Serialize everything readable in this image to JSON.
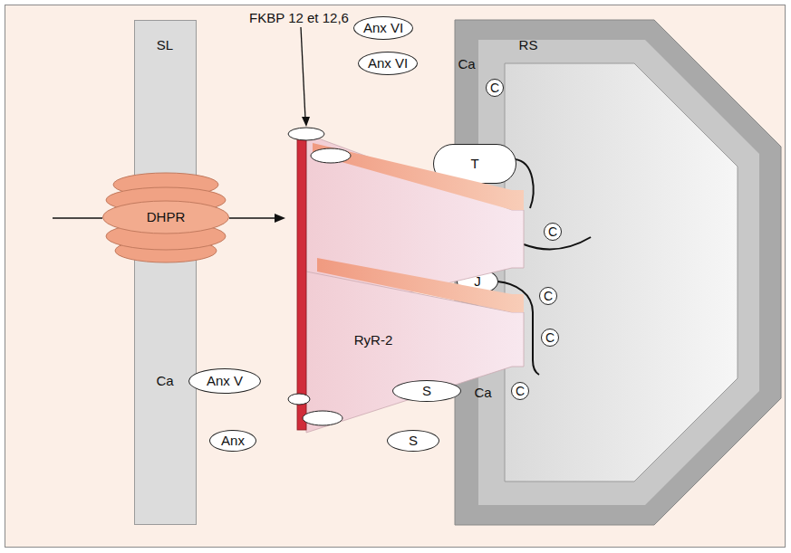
{
  "diagram": {
    "nodes": [
      {
        "text": [
          "SL"
        ]
      },
      {
        "text": [
          "DHPR"
        ],
        "in": 0
      },
      {
        "text": [
          "Anx VI"
        ]
      },
      {
        "text": [
          "Anx VI"
        ]
      },
      {
        "text": [
          "RS"
        ]
      },
      {
        "text": [
          "C"
        ],
        "in": 4
      },
      {
        "text": [
          "T"
        ]
      },
      {
        "text": [
          "C"
        ],
        "in": 4
      },
      {
        "text": [
          "J"
        ]
      },
      {
        "text": [
          "C"
        ],
        "in": 4
      },
      {
        "text": [
          "C"
        ],
        "in": 4
      },
      {
        "text": [
          "RyR-2"
        ]
      },
      {
        "text": [
          "Anx V"
        ]
      },
      {
        "text": [
          "S"
        ]
      },
      {
        "text": [
          "C"
        ],
        "in": 4
      },
      {
        "text": [
          "Anx"
        ]
      },
      {
        "text": [
          "S"
        ]
      }
    ],
    "edges": [
      {
        "from": 1,
        "to": 11,
        "arrow": "to"
      }
    ],
    "labels": [
      "FKBP 12 et 12,6",
      "Ca",
      "Ca",
      "Ca"
    ]
  }
}
